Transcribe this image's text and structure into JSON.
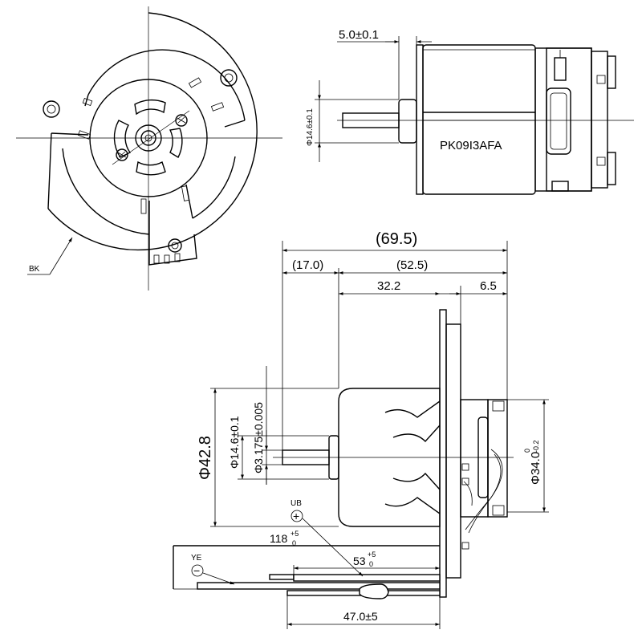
{
  "model": "PK09I3AFA",
  "front_view": {
    "wire_label": "BK"
  },
  "top_view": {
    "dim_flange": "5.0±0.1",
    "dim_boss_dia": "Φ14.6±0.1"
  },
  "side_view": {
    "dim_overall": "(69.5)",
    "dim_shaft_len": "(17.0)",
    "dim_body_len": "(52.5)",
    "dim_body_main": "32.2",
    "dim_tail": "6.5",
    "dim_boss_dia": "Φ14.6±0.1",
    "dim_shaft_dia": "Φ3.175±0.005",
    "dim_body_dia": "Φ42.8",
    "dim_rear_dia": "Φ34.0",
    "dim_rear_tol_upper": "0",
    "dim_rear_tol_lower": "-0.2",
    "lead_ub_label": "UB",
    "lead_ub_symbol": "+",
    "lead_ye_label": "YE",
    "lead_ye_symbol": "−",
    "dim_lead_long": "118",
    "dim_lead_long_tol_upper": "+5",
    "dim_lead_long_tol_lower": "0",
    "dim_lead_mid": "53",
    "dim_lead_mid_tol_upper": "+5",
    "dim_lead_mid_tol_lower": "0",
    "dim_lead_short": "47.0±5"
  }
}
